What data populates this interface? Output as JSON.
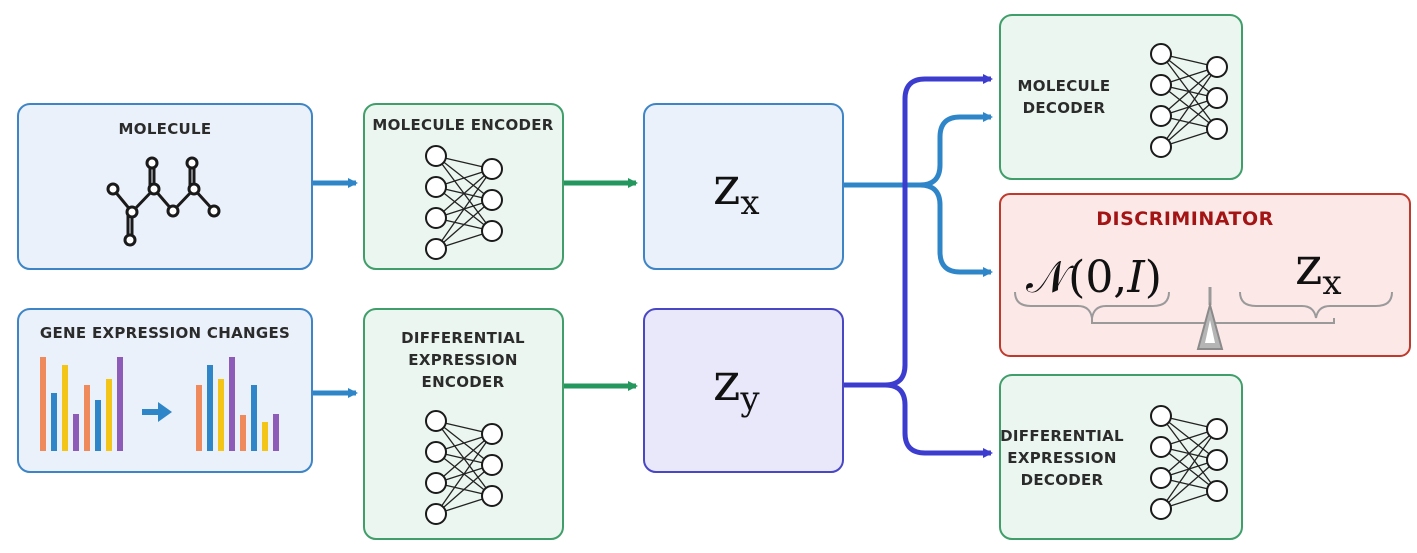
{
  "nodes": {
    "molecule": {
      "label": "MOLECULE"
    },
    "gene_expression": {
      "label": "GENE EXPRESSION CHANGES"
    },
    "molecule_encoder": {
      "label": "MOLECULE ENCODER"
    },
    "de_encoder": {
      "lines": [
        "DIFFERENTIAL",
        "EXPRESSION",
        "ENCODER"
      ]
    },
    "zx": {
      "main": "z",
      "sub": "x"
    },
    "zy": {
      "main": "z",
      "sub": "y"
    },
    "molecule_decoder": {
      "lines": [
        "MOLECULE",
        "DECODER"
      ]
    },
    "discriminator": {
      "label": "DISCRIMINATOR",
      "left": {
        "main": "𝒩(0,",
        "italic": "I",
        "close": ")"
      },
      "right": {
        "main": "z",
        "sub": "x"
      }
    },
    "de_decoder": {
      "lines": [
        "DIFFERENTIAL",
        "EXPRESSION",
        "DECODER"
      ]
    }
  },
  "colors": {
    "blue_fill": "#eaf1fb",
    "blue_stroke": "#3d85c6",
    "green_fill": "#eaf6ef",
    "green_stroke": "#3f9e6a",
    "purple_fill": "#e9e8fb",
    "purple_stroke": "#4a47c4",
    "red_fill": "#fde8e8",
    "red_stroke": "#c0392b",
    "arrow_blue": "#2e86c9",
    "arrow_green": "#23975e",
    "arrow_purple": "#3c3ccf"
  }
}
